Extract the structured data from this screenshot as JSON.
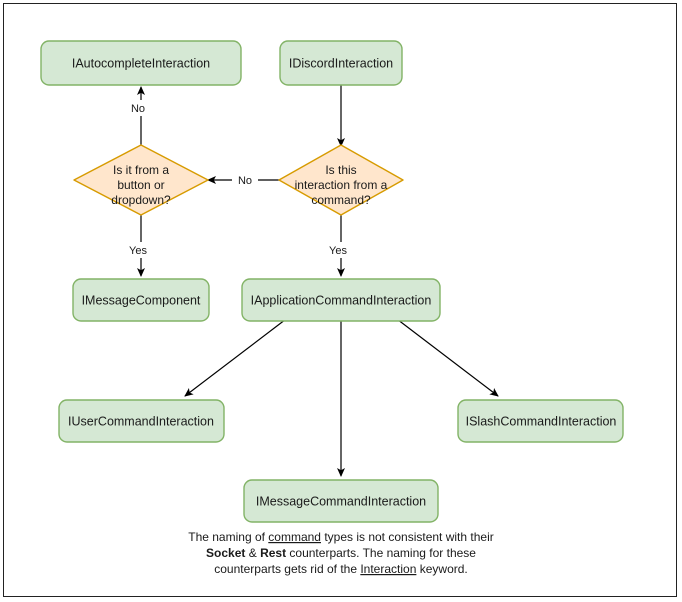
{
  "diagram": {
    "type": "flowchart",
    "title": "Discord Interaction type hierarchy flowchart",
    "colors": {
      "process_fill": "#d5e8d4",
      "process_stroke": "#82b366",
      "decision_fill": "#ffe6cc",
      "decision_stroke": "#d79b00",
      "edge_stroke": "#000000",
      "text": "#1a1a1a",
      "frame_border": "#222222",
      "background": "#ffffff"
    },
    "nodes": [
      {
        "id": "autocomplete",
        "shape": "process",
        "label": "IAutocompleteInteraction"
      },
      {
        "id": "discord",
        "shape": "process",
        "label": "IDiscordInteraction"
      },
      {
        "id": "decision_button",
        "shape": "decision",
        "label_lines": [
          "Is it from a",
          "button or",
          "dropdown?"
        ]
      },
      {
        "id": "decision_command",
        "shape": "decision",
        "label_lines": [
          "Is this",
          "interaction from a",
          "command?"
        ]
      },
      {
        "id": "messagecomponent",
        "shape": "process",
        "label": "IMessageComponent"
      },
      {
        "id": "appcommand",
        "shape": "process",
        "label": "IApplicationCommandInteraction"
      },
      {
        "id": "usercommand",
        "shape": "process",
        "label": "IUserCommandInteraction"
      },
      {
        "id": "slashcommand",
        "shape": "process",
        "label": "ISlashCommandInteraction"
      },
      {
        "id": "messagecommand",
        "shape": "process",
        "label": "IMessageCommandInteraction"
      }
    ],
    "edges": [
      {
        "from": "decision_button",
        "to": "autocomplete",
        "label": "No"
      },
      {
        "from": "discord",
        "to": "decision_command",
        "label": ""
      },
      {
        "from": "decision_command",
        "to": "decision_button",
        "label": "No"
      },
      {
        "from": "decision_button",
        "to": "messagecomponent",
        "label": "Yes"
      },
      {
        "from": "decision_command",
        "to": "appcommand",
        "label": "Yes"
      },
      {
        "from": "appcommand",
        "to": "usercommand",
        "label": ""
      },
      {
        "from": "appcommand",
        "to": "messagecommand",
        "label": ""
      },
      {
        "from": "appcommand",
        "to": "slashcommand",
        "label": ""
      }
    ],
    "caption": {
      "line1_a": "The naming of ",
      "line1_underlined": "command",
      "line1_b": " types is not consistent with their",
      "line2_bold_a": "Socket",
      "line2_mid": " & ",
      "line2_bold_b": "Rest",
      "line2_c": " counterparts. The naming for these",
      "line3_a": "counterparts gets rid of the ",
      "line3_underlined": "Interaction",
      "line3_b": " keyword."
    }
  }
}
